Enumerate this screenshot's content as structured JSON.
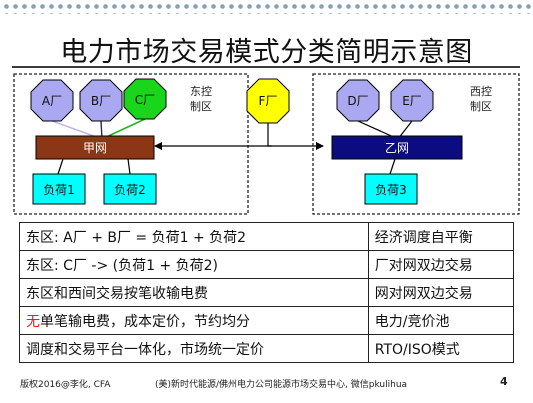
{
  "title": "电力市场交易模式分类简明示意图",
  "diagram": {
    "east_region_label_1": "东控",
    "east_region_label_2": "制区",
    "west_region_label_1": "西控",
    "west_region_label_2": "制区",
    "plant_a": "A厂",
    "plant_b": "B厂",
    "plant_c": "C厂",
    "plant_f": "F厂",
    "plant_d": "D厂",
    "plant_e": "E厂",
    "grid_jia": "甲网",
    "grid_yi": "乙网",
    "load_1": "负荷1",
    "load_2": "负荷2",
    "load_3": "负荷3",
    "colors": {
      "plant_blue": "#a9a8f0",
      "plant_green": "#1ad61a",
      "plant_yellow": "#ffff00",
      "load_cyan": "#00ffff",
      "grid_jia": "#8b3614",
      "grid_yi": "#0c0c80"
    }
  },
  "table": {
    "rows": [
      {
        "left": "东区: A厂 + B厂 = 负荷1 + 负荷2",
        "right": "经济调度自平衡"
      },
      {
        "left": "东区: C厂 -> (负荷1 + 负荷2)",
        "right": "厂对网双边交易"
      },
      {
        "left": "东区和西间交易按笔收输电费",
        "right": "网对网双边交易"
      },
      {
        "left_red": "无",
        "left": "单笔输电费，成本定价，节约均分",
        "right": "电力/竞价池"
      },
      {
        "left": "调度和交易平台一体化，市场统一定价",
        "right": "RTO/ISO模式"
      }
    ]
  },
  "footer": {
    "copyright": "版权2016@李化, CFA",
    "source": "(美)新时代能源/佛州电力公司能源市场交易中心, 微信pkulihua",
    "page": "4"
  }
}
